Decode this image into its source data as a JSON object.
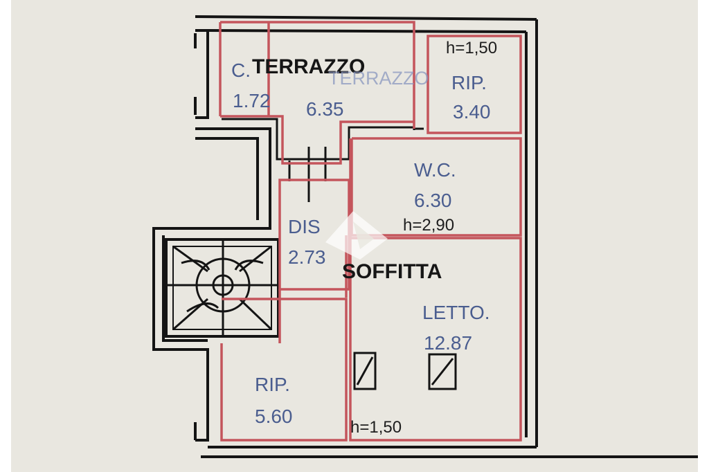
{
  "plan": {
    "title_terrace": "TERRAZZO",
    "title_loft": "SOFFITTA",
    "colors": {
      "room_outline": "#c4555c",
      "wall": "#141414",
      "text_blue": "#4a5d8f",
      "paper": "#e9e7e0"
    },
    "rooms": [
      {
        "id": "c-terrazzo",
        "name": "C.",
        "area": "1.72"
      },
      {
        "id": "terrazzo",
        "name": "TERRAZZO",
        "area": "6.35"
      },
      {
        "id": "rip-top",
        "name": "RIP.",
        "area": "3.40"
      },
      {
        "id": "wc",
        "name": "W.C.",
        "area": "6.30"
      },
      {
        "id": "dis",
        "name": "DIS",
        "area": "2.73"
      },
      {
        "id": "letto",
        "name": "LETTO.",
        "area": "12.87"
      },
      {
        "id": "rip-bottom",
        "name": "RIP.",
        "area": "5.60"
      }
    ],
    "heights": {
      "top_right": "h=1,50",
      "wc_bottom": "h=2,90",
      "bottom": "h=1,50"
    },
    "icons": [
      "staircase-icon",
      "skylight-icon",
      "watermark-icon"
    ]
  }
}
